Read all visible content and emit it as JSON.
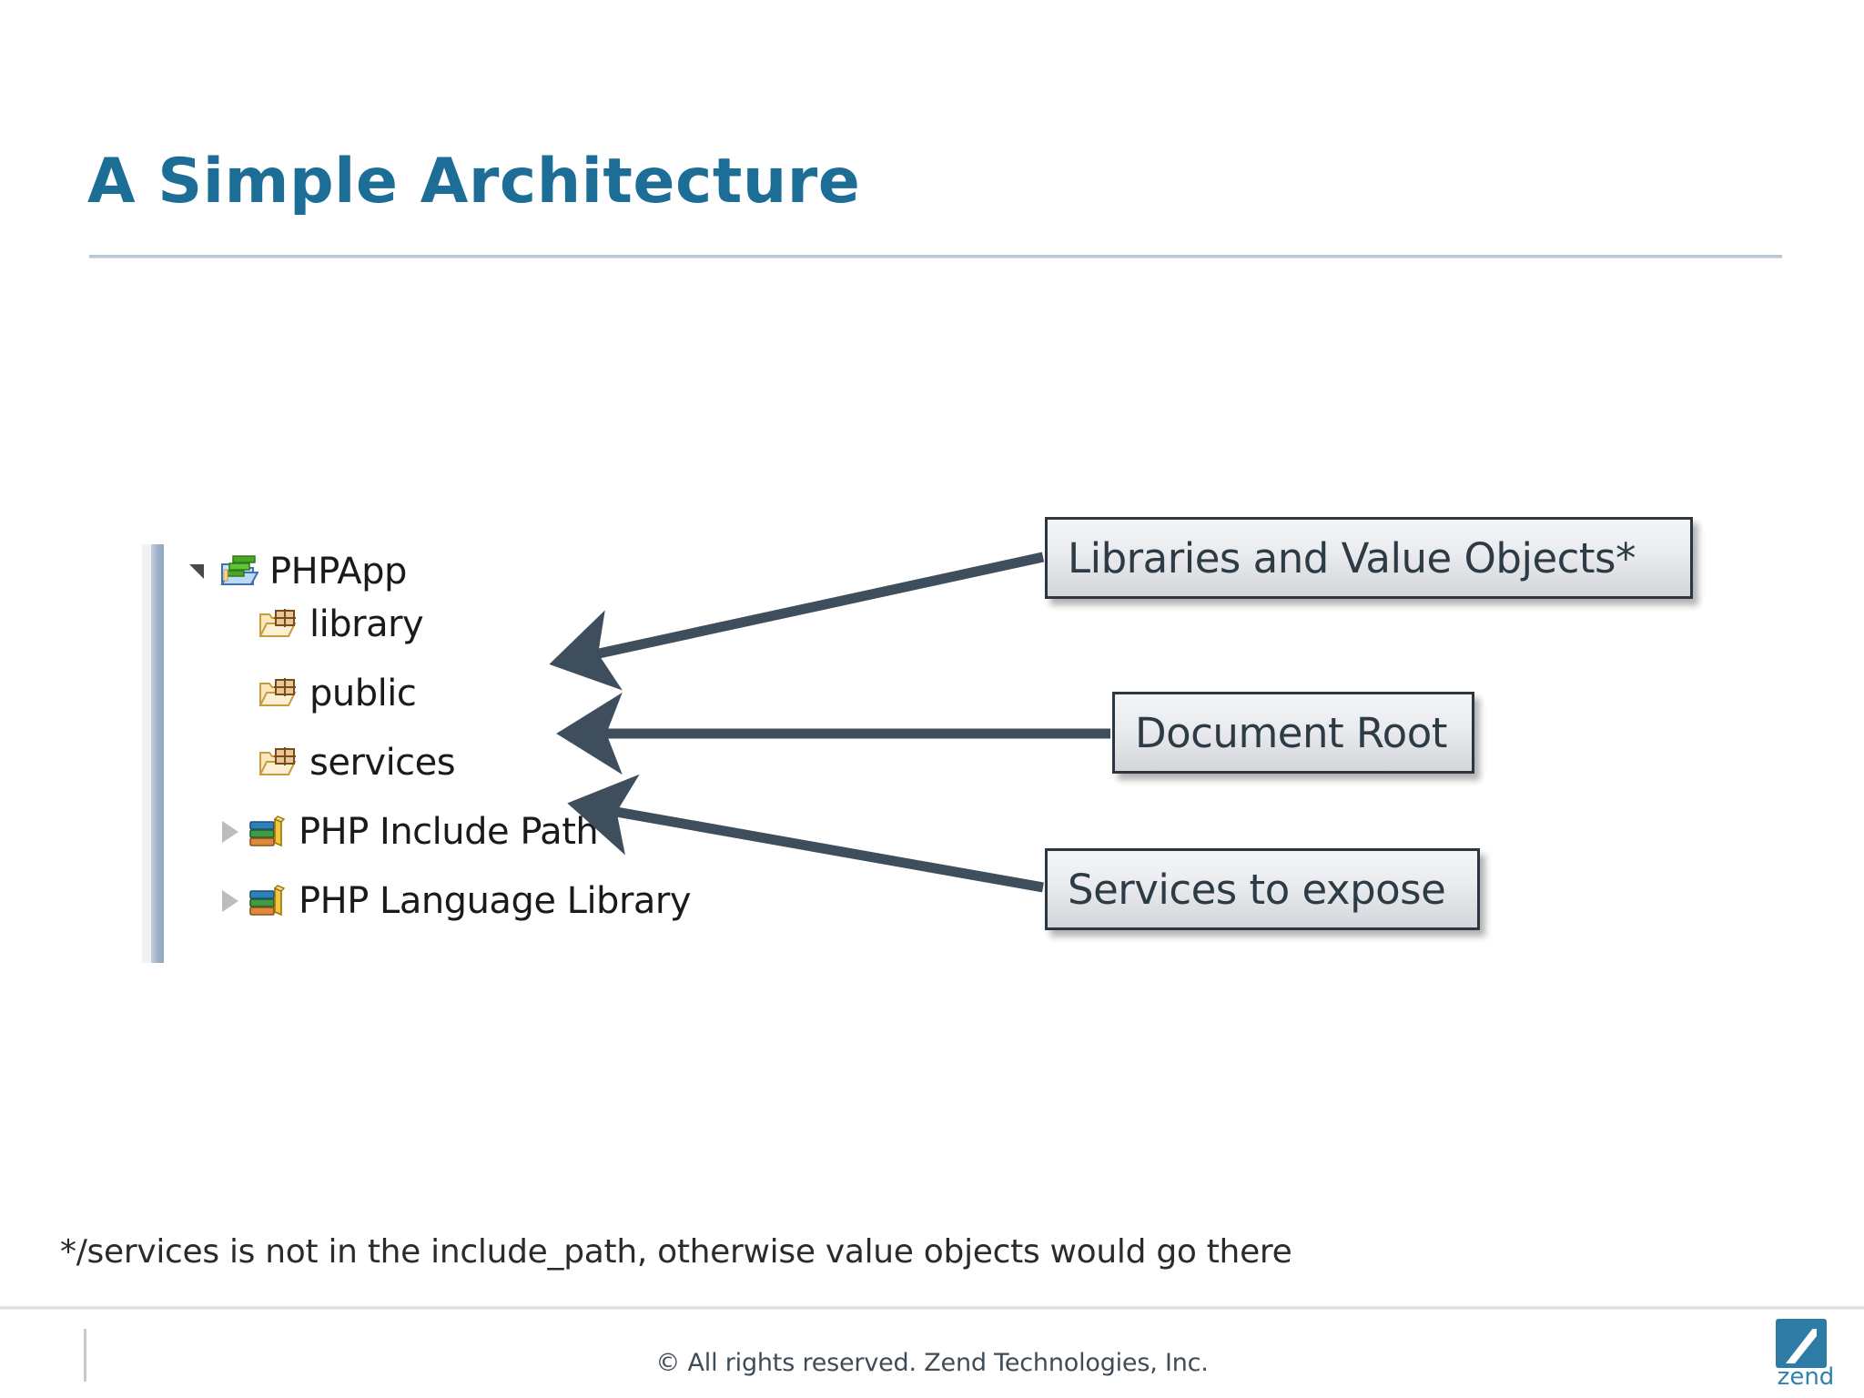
{
  "slide": {
    "title": "A Simple Architecture"
  },
  "tree": {
    "items": [
      {
        "label": "PHPApp",
        "icon": "php-project-folder-icon",
        "twisty": "expanded",
        "indent": 0
      },
      {
        "label": "library",
        "icon": "package-folder-icon",
        "twisty": "none",
        "indent": 1
      },
      {
        "label": "public",
        "icon": "package-folder-icon",
        "twisty": "none",
        "indent": 1
      },
      {
        "label": "services",
        "icon": "package-folder-icon",
        "twisty": "none",
        "indent": 1
      },
      {
        "label": "PHP Include Path",
        "icon": "book-stack-icon",
        "twisty": "collapsed",
        "indent": 1
      },
      {
        "label": "PHP Language Library",
        "icon": "book-stack-icon",
        "twisty": "collapsed",
        "indent": 1
      }
    ]
  },
  "callouts": {
    "libraries": "Libraries and Value Objects*",
    "document_root": "Document Root",
    "services": "Services to expose"
  },
  "footnote": "*/services is not in the include_path, otherwise value objects would go there",
  "footer": {
    "copyright": "© All rights reserved. Zend Technologies, Inc.",
    "logo_word": "zend"
  },
  "colors": {
    "title": "#1C6E97",
    "arrow": "#3F4E5C",
    "callout_border": "#2B3640",
    "brand": "#2E82AD"
  }
}
